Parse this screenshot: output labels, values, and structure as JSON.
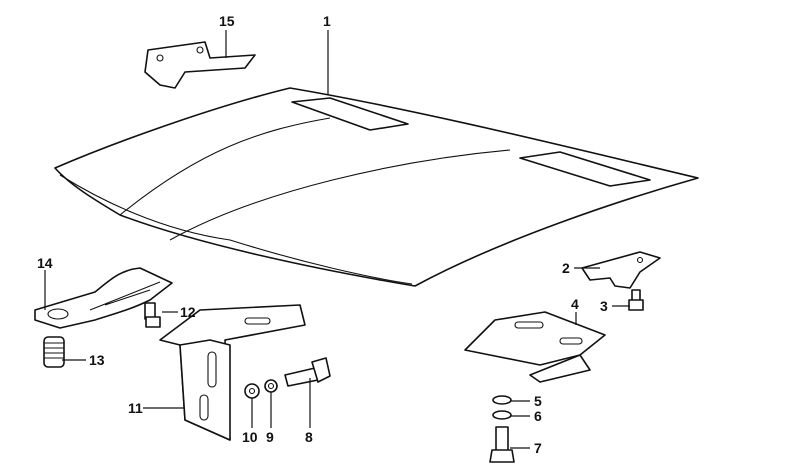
{
  "diagram": {
    "title": "Hood exploded parts diagram",
    "callouts": [
      {
        "id": "p1",
        "label": "1"
      },
      {
        "id": "p2",
        "label": "2"
      },
      {
        "id": "p3",
        "label": "3"
      },
      {
        "id": "p4",
        "label": "4"
      },
      {
        "id": "p5",
        "label": "5"
      },
      {
        "id": "p6",
        "label": "6"
      },
      {
        "id": "p7",
        "label": "7"
      },
      {
        "id": "p8",
        "label": "8"
      },
      {
        "id": "p9",
        "label": "9"
      },
      {
        "id": "p10",
        "label": "10"
      },
      {
        "id": "p11",
        "label": "11"
      },
      {
        "id": "p12",
        "label": "12"
      },
      {
        "id": "p13",
        "label": "13"
      },
      {
        "id": "p14",
        "label": "14"
      },
      {
        "id": "p15",
        "label": "15"
      }
    ]
  }
}
